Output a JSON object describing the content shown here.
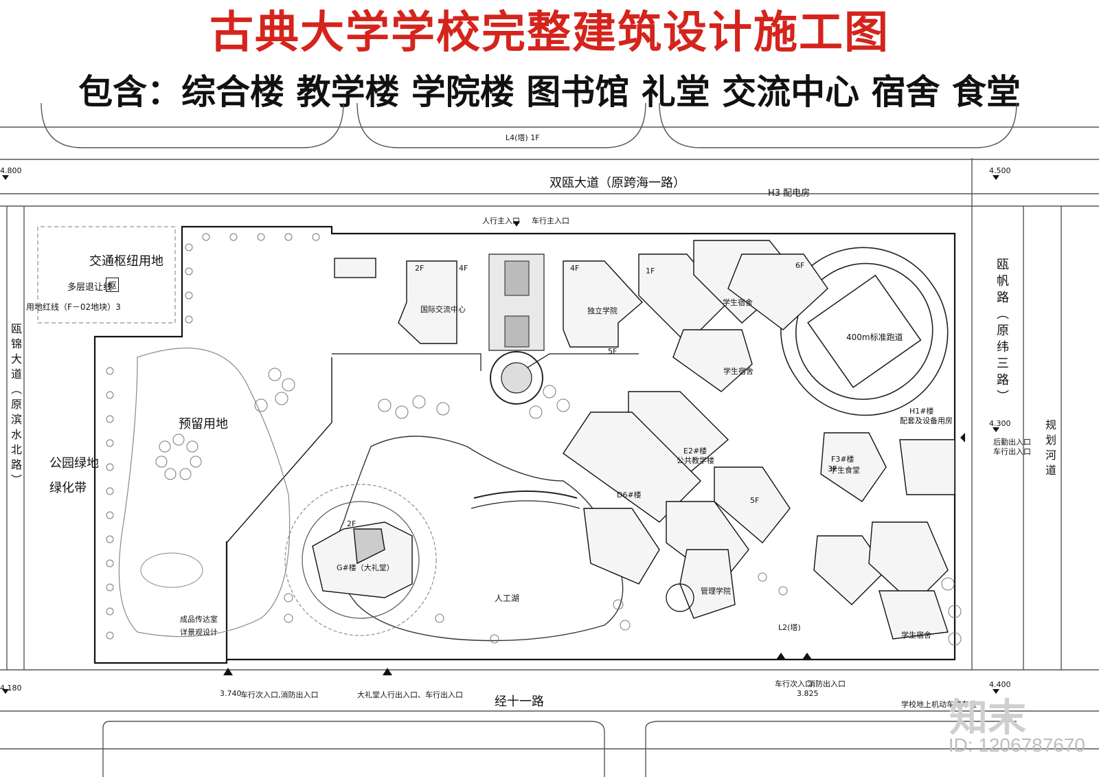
{
  "header": {
    "title": "古典大学学校完整建筑设计施工图",
    "subtitle": "包含：综合楼 教学楼 学院楼 图书馆 礼堂 交流中心 宿舍 食堂"
  },
  "labels": {
    "north_road": "双瓯大道（原跨海一路）",
    "south_road": "经十一路",
    "east_road": "瓯帆路（原纬三路）",
    "west_road": "瓯锦大道（原滨水北路）",
    "planned_river": "规划河道",
    "transport_hub": "交通枢纽用地",
    "setback": "多层退让线",
    "hub_badge": "枢",
    "land_line": "用地红线（F－02地块）3",
    "reserved": "预留用地",
    "park_green": "公园绿地",
    "green_belt": "绿化带",
    "lake": "人工湖",
    "track": "400m标准跑道",
    "h3": "H3 配电房",
    "ped_entrance": "人行主入口",
    "car_entrance": "车行主入口",
    "gate_room": "成品传达室",
    "gate_room_note": "详景观设计",
    "south_gate_1": "车行次入口,消防出入口",
    "south_gate_2": "大礼堂人行出入口、车行出入口",
    "south_gate_3": "车行次入口",
    "south_gate_4": "消防出入口",
    "east_gate": "后勤出入口",
    "east_gate_2": "车行出入口",
    "parking": "学校地上机动车停车位",
    "b_school": "国际交流中心",
    "c_indep": "独立学院",
    "e2": "E2#楼",
    "e2_sub": "公共教学楼",
    "f3": "F3#楼",
    "f3_sub": "学生食堂",
    "g_hall": "G#楼（大礼堂）",
    "d_college": "D6#楼",
    "k_tower": "管理学院",
    "s_dorm_a": "学生宿舍",
    "s_dorm_b": "学生宿舍",
    "s_dorm_c": "学生宿舍",
    "h1": "H1#楼",
    "h1_sub": "配套及设备用房",
    "elev_1": "4.800",
    "elev_2": "4.500",
    "elev_3": "4.300",
    "elev_4": "4.400",
    "elev_5": "3.740",
    "elev_6": "3.825",
    "elev_7": "4.180",
    "l2": "L2(塔)",
    "l4": "L4(塔) 1F",
    "fl_2f": "2F",
    "fl_4f": "4F",
    "fl_5f": "5F",
    "fl_1f": "1F",
    "fl_3f": "3F",
    "fl_6f": "6F",
    "fl_2f_b": "2F",
    "fl_4f_b": "4F",
    "fl_5f_b": "5F",
    "watermark_id": "ID: 1206787670",
    "brand": "知末"
  },
  "colors": {
    "title": "#d4241c",
    "ink": "#111111",
    "road_line": "#555555",
    "tree": "#555555",
    "building_fill": "#f5f5f5"
  }
}
